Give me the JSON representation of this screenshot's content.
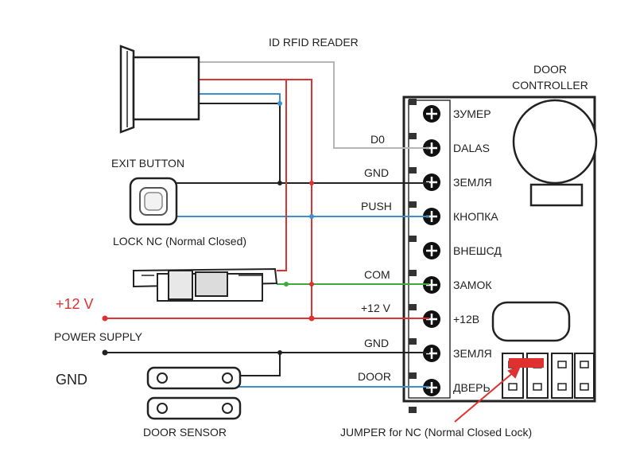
{
  "labels": {
    "reader": "ID  RFID READER",
    "controller_line1": "DOOR",
    "controller_line2": "CONTROLLER",
    "exit_button": "EXIT BUTTON",
    "lock": "LOCK  NC (Normal Closed)",
    "plus12": "+12 V",
    "power_supply": "POWER SUPPLY",
    "gnd_supply": "GND",
    "door_sensor": "DOOR SENSOR",
    "jumper": "JUMPER  for NC (Normal Closed Lock)"
  },
  "wire_labels": {
    "d0": "D0",
    "gnd1": "GND",
    "push": "PUSH",
    "com": "COM",
    "plus12": "+12 V",
    "gnd2": "GND",
    "door": "DOOR"
  },
  "terminals": [
    "ЗУМЕР",
    "DALAS",
    "ЗЕМЛЯ",
    "КНОПКА",
    "ВНЕШСД",
    "ЗАМОК",
    "+12В",
    "ЗЕМЛЯ",
    "ДВЕРЬ"
  ],
  "colors": {
    "red": "#e03131",
    "blue": "#3a8fd0",
    "green": "#3daa3d",
    "grey": "#b5b5b5",
    "black": "#222222"
  }
}
